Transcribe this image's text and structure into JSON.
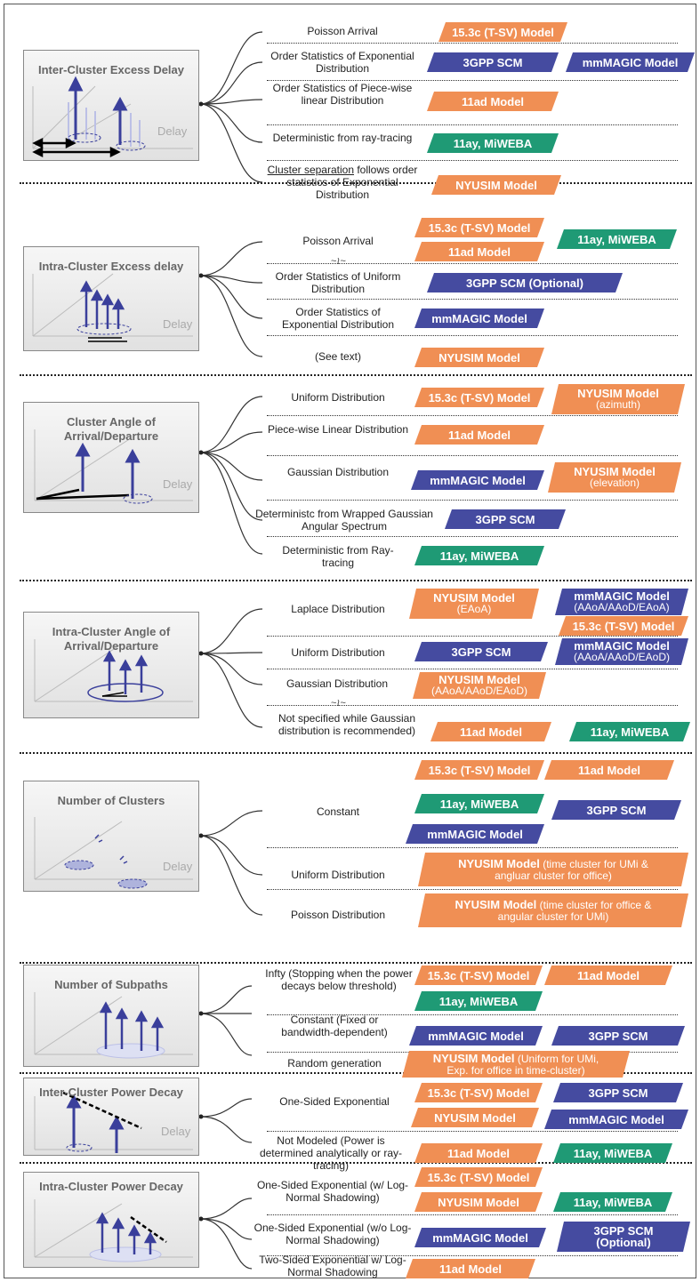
{
  "colors": {
    "orange": "#F08F54",
    "blue": "#454BA0",
    "green": "#1F9A75"
  },
  "delay_label": "Delay",
  "sections": [
    {
      "title": "Inter-Cluster Excess Delay",
      "rows": [
        {
          "label": "Poisson Arrival",
          "tags": [
            {
              "text": "15.3c (T-SV) Model"
            }
          ]
        },
        {
          "label": "Order Statistics of Exponential Distribution",
          "tags": [
            {
              "text": "3GPP SCM"
            },
            {
              "text": "mmMAGIC Model"
            }
          ]
        },
        {
          "label": "Order Statistics of Piece-wise linear Distribution",
          "tags": [
            {
              "text": "11ad Model"
            }
          ]
        },
        {
          "label": "Deterministic from ray-tracing",
          "tags": [
            {
              "text": "11ay, MiWEBA"
            }
          ]
        },
        {
          "label_underlined": "Cluster separation",
          "label_rest": " follows order statistics of Exponential Distribution",
          "tags": [
            {
              "text": "NYUSIM Model"
            }
          ]
        }
      ]
    },
    {
      "title": "Intra-Cluster Excess delay",
      "rows": [
        {
          "label": "Poisson Arrival",
          "tags": [
            {
              "text": "15.3c (T-SV) Model"
            },
            {
              "text": "11ay, MiWEBA"
            },
            {
              "text": "11ad Model"
            }
          ]
        },
        {
          "label": "Order Statistics of Uniform Distribution",
          "tags": [
            {
              "text": "3GPP SCM (Optional)"
            }
          ]
        },
        {
          "label": "Order Statistics of Exponential Distribution",
          "tags": [
            {
              "text": "mmMAGIC Model"
            }
          ]
        },
        {
          "label": "(See text)",
          "tags": [
            {
              "text": "NYUSIM Model"
            }
          ]
        }
      ]
    },
    {
      "title": "Cluster Angle of Arrival/Departure",
      "rows": [
        {
          "label": "Uniform Distribution",
          "tags": [
            {
              "text": "15.3c (T-SV) Model"
            },
            {
              "text": "NYUSIM Model",
              "sub": "(azimuth)"
            }
          ]
        },
        {
          "label": "Piece-wise Linear Distribution",
          "tags": [
            {
              "text": "11ad Model"
            }
          ]
        },
        {
          "label": "Gaussian Distribution",
          "tags": [
            {
              "text": "mmMAGIC Model"
            },
            {
              "text": "NYUSIM Model",
              "sub": "(elevation)"
            }
          ]
        },
        {
          "label": "Deterministc from Wrapped Gaussian Angular Spectrum",
          "tags": [
            {
              "text": "3GPP SCM"
            }
          ]
        },
        {
          "label": "Deterministic from Ray-tracing",
          "tags": [
            {
              "text": "11ay, MiWEBA"
            }
          ]
        }
      ]
    },
    {
      "title": "Intra-Cluster Angle of Arrival/Departure",
      "rows": [
        {
          "label": "Laplace Distribution",
          "tags": [
            {
              "text": "NYUSIM Model",
              "sub": "(EAoA)"
            },
            {
              "text": "mmMAGIC Model",
              "sub": "(AAoA/AAoD/EAoA)"
            },
            {
              "text": "15.3c (T-SV) Model"
            }
          ]
        },
        {
          "label": "Uniform Distribution",
          "tags": [
            {
              "text": "3GPP SCM"
            },
            {
              "text": "mmMAGIC Model",
              "sub": "(AAoA/AAoD/EAoD)"
            }
          ]
        },
        {
          "label": "Gaussian Distribution",
          "tags": [
            {
              "text": "NYUSIM Model",
              "sub": "(AAoA/AAoD/EAoD)"
            }
          ]
        },
        {
          "label": "Not specified while Gaussian distribution is recommended)",
          "tags": [
            {
              "text": "11ad Model"
            },
            {
              "text": "11ay, MiWEBA"
            }
          ]
        }
      ]
    },
    {
      "title": "Number of Clusters",
      "rows": [
        {
          "label": "Constant",
          "tags": [
            {
              "text": "15.3c (T-SV) Model"
            },
            {
              "text": "11ad Model"
            },
            {
              "text": "11ay, MiWEBA"
            },
            {
              "text": "3GPP SCM"
            },
            {
              "text": "mmMAGIC Model"
            }
          ]
        },
        {
          "label": "Uniform Distribution",
          "tags": [
            {
              "text": "NYUSIM Model",
              "rest": " (time cluster for UMi &",
              "line2": "angluar cluster for office)"
            }
          ]
        },
        {
          "label": "Poisson Distribution",
          "tags": [
            {
              "text": "NYUSIM Model",
              "rest": " (time cluster for office &",
              "line2": "angular cluster for UMi)"
            }
          ]
        }
      ]
    },
    {
      "title": "Number of Subpaths",
      "rows": [
        {
          "label": "Infty (Stopping when the power decays below threshold)",
          "tags": [
            {
              "text": "15.3c (T-SV) Model"
            },
            {
              "text": "11ad Model"
            },
            {
              "text": "11ay, MiWEBA"
            }
          ]
        },
        {
          "label": "Constant (Fixed or bandwidth-dependent)",
          "tags": [
            {
              "text": "mmMAGIC Model"
            },
            {
              "text": "3GPP SCM"
            }
          ]
        },
        {
          "label": "Random generation",
          "tags": [
            {
              "text": "NYUSIM Model",
              "rest": " (Uniform for UMi,",
              "line2": "Exp. for office in time-cluster)"
            }
          ]
        }
      ]
    },
    {
      "title": "Inter-Cluster Power Decay",
      "rows": [
        {
          "label": "One-Sided Exponential",
          "tags": [
            {
              "text": "15.3c (T-SV) Model"
            },
            {
              "text": "3GPP SCM"
            },
            {
              "text": "NYUSIM Model"
            },
            {
              "text": "mmMAGIC Model"
            }
          ]
        },
        {
          "label": "Not Modeled (Power is determined analytically or ray-tracing)",
          "tags": [
            {
              "text": "11ad Model"
            },
            {
              "text": "11ay, MiWEBA"
            }
          ]
        }
      ]
    },
    {
      "title": "Intra-Cluster Power Decay",
      "rows": [
        {
          "label": "One-Sided Exponential (w/ Log-Normal Shadowing)",
          "tags": [
            {
              "text": "15.3c (T-SV) Model"
            },
            {
              "text": "NYUSIM Model"
            },
            {
              "text": "11ay, MiWEBA"
            }
          ]
        },
        {
          "label": "One-Sided Exponential (w/o Log-Normal Shadowing)",
          "tags": [
            {
              "text": "mmMAGIC Model"
            },
            {
              "text": "3GPP SCM",
              "sub": "(Optional)"
            }
          ]
        },
        {
          "label": "Two-Sided Exponential w/ Log-Normal Shadowing",
          "tags": [
            {
              "text": "11ad Model"
            }
          ]
        }
      ]
    }
  ]
}
